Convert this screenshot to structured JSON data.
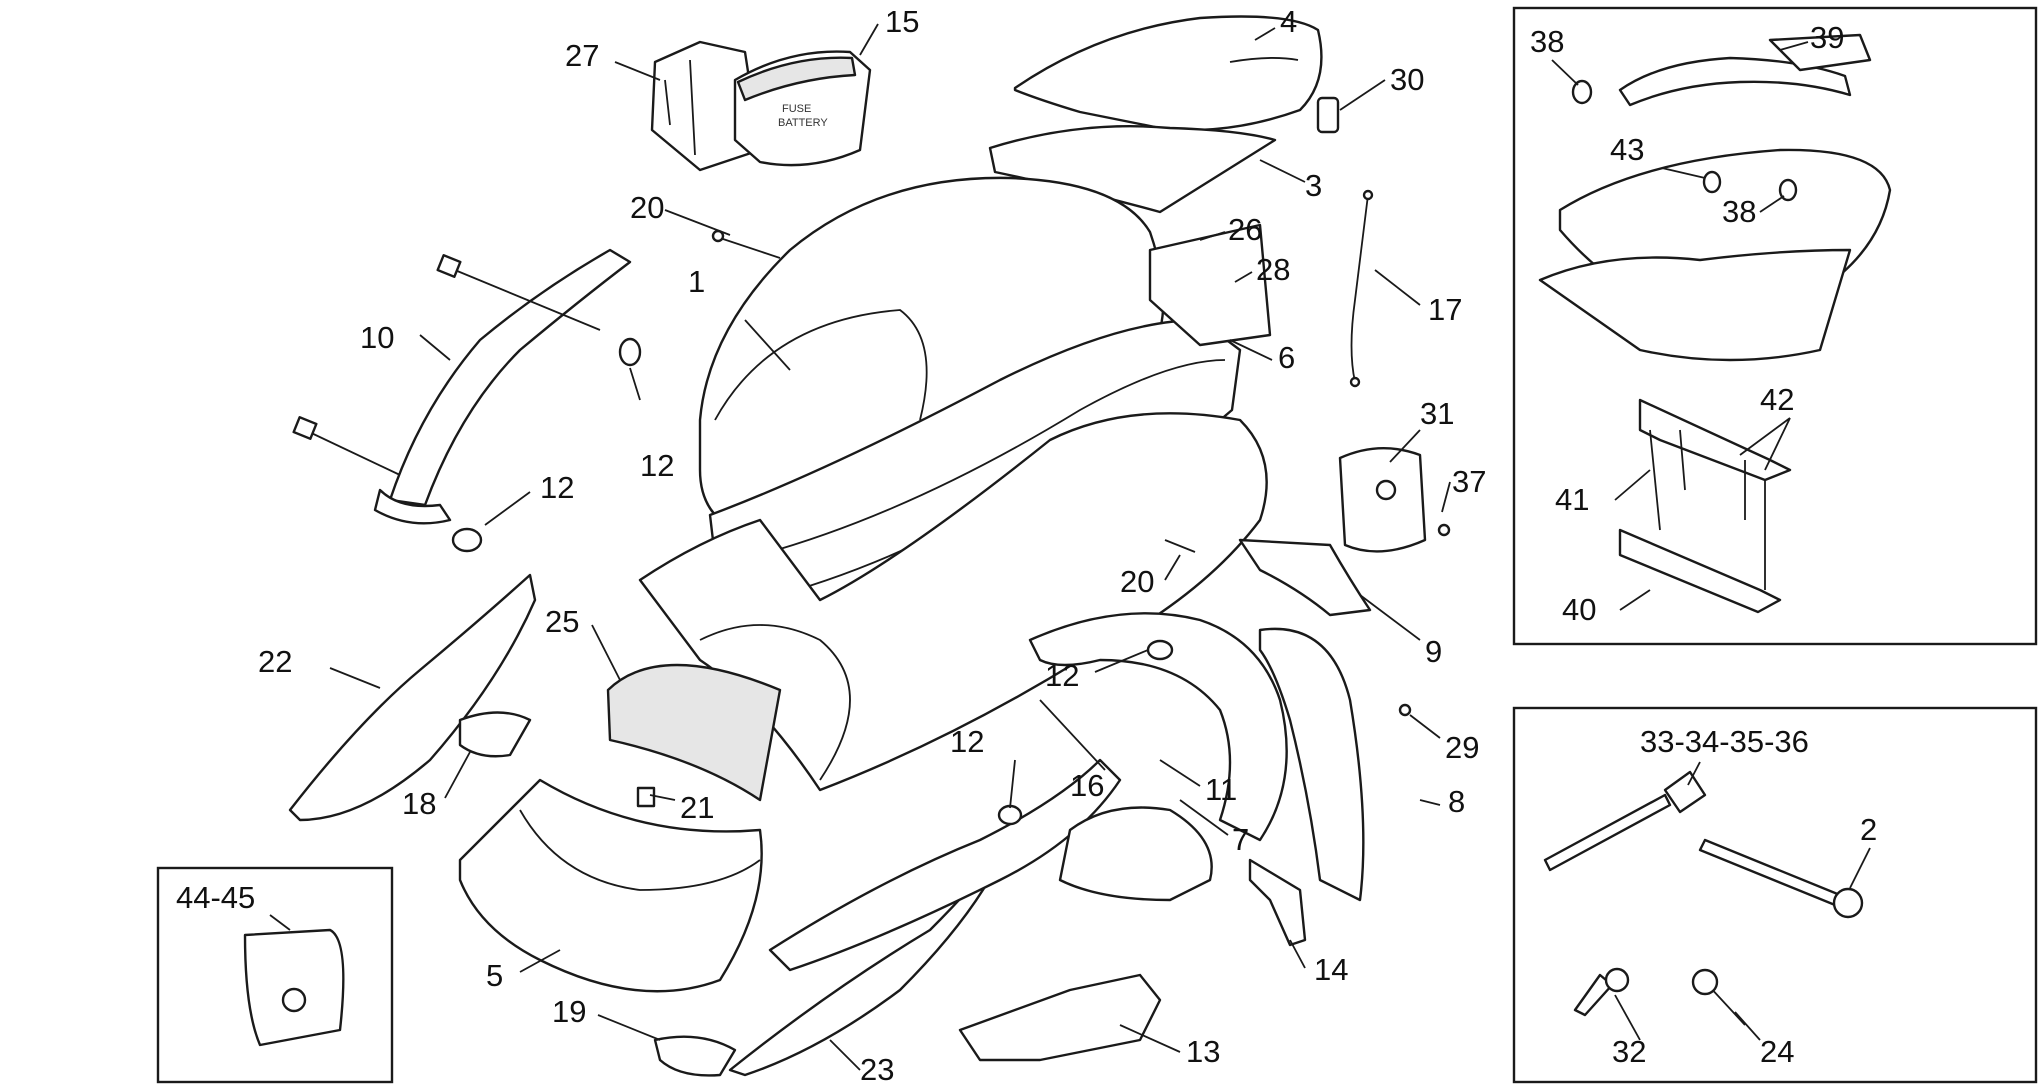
{
  "callouts": [
    {
      "id": "c1",
      "text": "1"
    },
    {
      "id": "c2",
      "text": "2"
    },
    {
      "id": "c3",
      "text": "3"
    },
    {
      "id": "c4",
      "text": "4"
    },
    {
      "id": "c5",
      "text": "5"
    },
    {
      "id": "c6",
      "text": "6"
    },
    {
      "id": "c7",
      "text": "7"
    },
    {
      "id": "c8",
      "text": "8"
    },
    {
      "id": "c9",
      "text": "9"
    },
    {
      "id": "c10",
      "text": "10"
    },
    {
      "id": "c11",
      "text": "11"
    },
    {
      "id": "c12a",
      "text": "12"
    },
    {
      "id": "c12b",
      "text": "12"
    },
    {
      "id": "c12c",
      "text": "12"
    },
    {
      "id": "c12d",
      "text": "12"
    },
    {
      "id": "c13",
      "text": "13"
    },
    {
      "id": "c14",
      "text": "14"
    },
    {
      "id": "c15",
      "text": "15"
    },
    {
      "id": "c16",
      "text": "16"
    },
    {
      "id": "c17",
      "text": "17"
    },
    {
      "id": "c18",
      "text": "18"
    },
    {
      "id": "c19",
      "text": "19"
    },
    {
      "id": "c20a",
      "text": "20"
    },
    {
      "id": "c20b",
      "text": "20"
    },
    {
      "id": "c21",
      "text": "21"
    },
    {
      "id": "c22",
      "text": "22"
    },
    {
      "id": "c23",
      "text": "23"
    },
    {
      "id": "c24",
      "text": "24"
    },
    {
      "id": "c25",
      "text": "25"
    },
    {
      "id": "c26",
      "text": "26"
    },
    {
      "id": "c27",
      "text": "27"
    },
    {
      "id": "c28",
      "text": "28"
    },
    {
      "id": "c29",
      "text": "29"
    },
    {
      "id": "c30",
      "text": "30"
    },
    {
      "id": "c31",
      "text": "31"
    },
    {
      "id": "c32",
      "text": "32"
    },
    {
      "id": "c3336",
      "text": "33-34-35-36"
    },
    {
      "id": "c37",
      "text": "37"
    },
    {
      "id": "c38a",
      "text": "38"
    },
    {
      "id": "c38b",
      "text": "38"
    },
    {
      "id": "c39",
      "text": "39"
    },
    {
      "id": "c40",
      "text": "40"
    },
    {
      "id": "c41",
      "text": "41"
    },
    {
      "id": "c42",
      "text": "42"
    },
    {
      "id": "c43",
      "text": "43"
    },
    {
      "id": "c4445",
      "text": "44-45"
    }
  ],
  "fuse_box_text": [
    "FUSE",
    "BATTERY"
  ]
}
